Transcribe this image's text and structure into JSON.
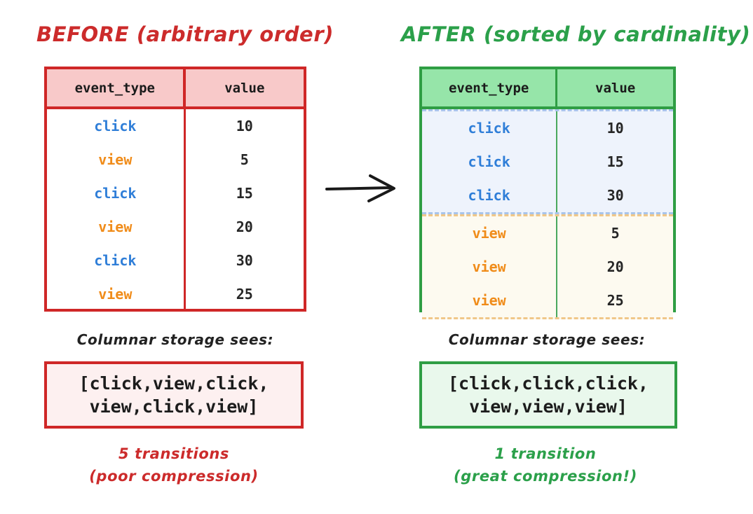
{
  "panels": {
    "before": {
      "title": "BEFORE (arbitrary order)",
      "accent": "#cc2b2b",
      "header_fill": "#f8c9c9",
      "columns": [
        "event_type",
        "value"
      ],
      "rows": [
        {
          "event_type": "click",
          "value": "10"
        },
        {
          "event_type": "view",
          "value": "5"
        },
        {
          "event_type": "click",
          "value": "15"
        },
        {
          "event_type": "view",
          "value": "20"
        },
        {
          "event_type": "click",
          "value": "30"
        },
        {
          "event_type": "view",
          "value": "25"
        }
      ],
      "caption": "Columnar storage sees:",
      "array_line1": "[click,view,click,",
      "array_line2": "view,click,view]",
      "note_line1": "5 transitions",
      "note_line2": "(poor compression)"
    },
    "after": {
      "title": "AFTER (sorted by cardinality)",
      "accent": "#2ba04a",
      "header_fill": "#96e5a9",
      "columns": [
        "event_type",
        "value"
      ],
      "groups": [
        {
          "name": "click-group",
          "fill": "#eef3fc",
          "dash_color": "#a8c4ea",
          "rows": [
            {
              "event_type": "click",
              "value": "10"
            },
            {
              "event_type": "click",
              "value": "15"
            },
            {
              "event_type": "click",
              "value": "30"
            }
          ]
        },
        {
          "name": "view-group",
          "fill": "#fdfaf0",
          "dash_color": "#f0c789",
          "rows": [
            {
              "event_type": "view",
              "value": "5"
            },
            {
              "event_type": "view",
              "value": "20"
            },
            {
              "event_type": "view",
              "value": "25"
            }
          ]
        }
      ],
      "caption": "Columnar storage sees:",
      "array_line1": "[click,click,click,",
      "array_line2": "view,view,view]",
      "note_line1": "1 transition",
      "note_line2": "(great compression!)"
    }
  },
  "arrow": {
    "icon": "right-arrow-icon",
    "color": "#1a1a1a"
  },
  "value_colors": {
    "click": "#2f7ed8",
    "view": "#f08c1a",
    "number": "#262626"
  }
}
